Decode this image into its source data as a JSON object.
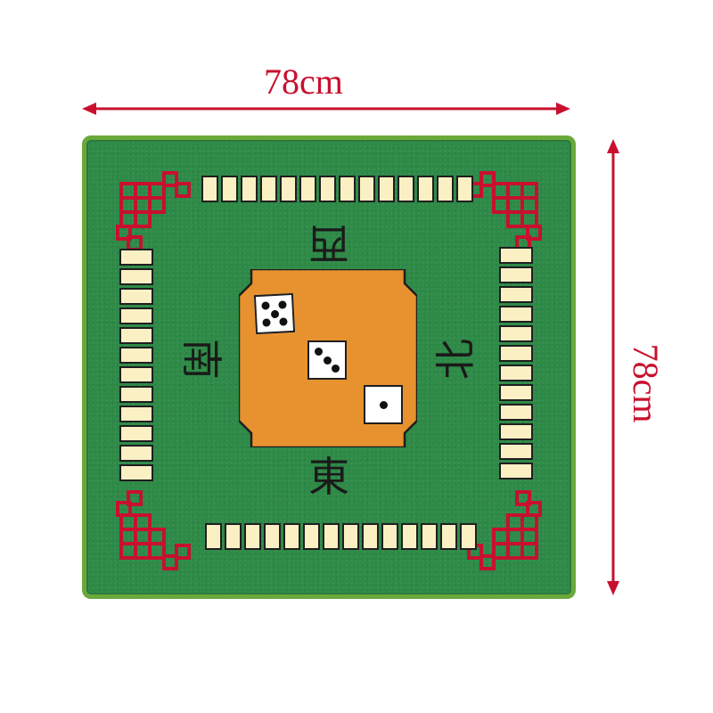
{
  "dimensions": {
    "width_label": "78cm",
    "height_label": "78cm",
    "color": "#c8102e"
  },
  "mat": {
    "felt_color": "#2e8a47",
    "trim_color": "#6aa83a",
    "center_color": "#e8922f",
    "tile_color": "#fbf0c4",
    "knot_color": "#c8102e",
    "winds": {
      "east": "東",
      "south": "南",
      "west": "西",
      "north": "北"
    },
    "tile_rows": {
      "top_count": 14,
      "bottom_count": 14,
      "left_count": 12,
      "right_count": 12
    },
    "dice": [
      5,
      3,
      1
    ]
  }
}
